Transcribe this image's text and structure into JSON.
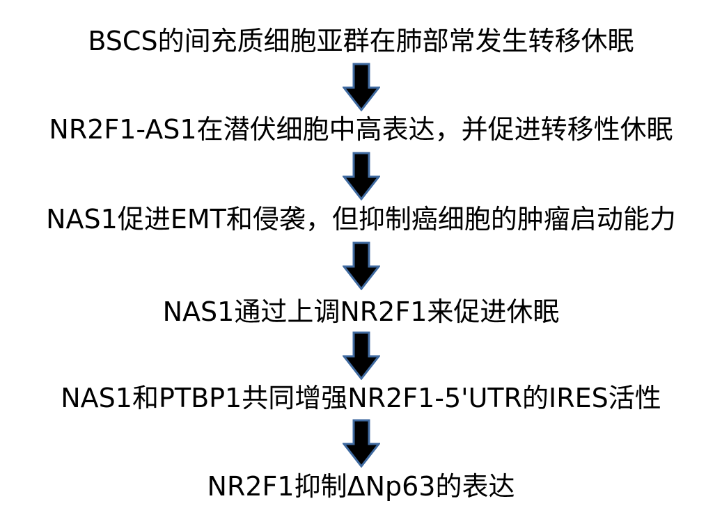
{
  "flow": {
    "steps": [
      "BSCS的间充质细胞亚群在肺部常发生转移休眠",
      "NR2F1-AS1在潜伏细胞中高表达，并促进转移性休眠",
      "NAS1促进EMT和侵袭，但抑制癌细胞的肿瘤启动能力",
      "NAS1通过上调NR2F1来促进休眠",
      "NAS1和PTBP1共同增强NR2F1-5'UTR的IRES活性",
      "NR2F1抑制ΔNp63的表达"
    ]
  },
  "colors": {
    "arrow_fill": "#000000",
    "arrow_stroke": "#3f6aa0",
    "text": "#000000",
    "background": "#ffffff"
  },
  "icons": {
    "connector": "down-arrow-icon"
  }
}
